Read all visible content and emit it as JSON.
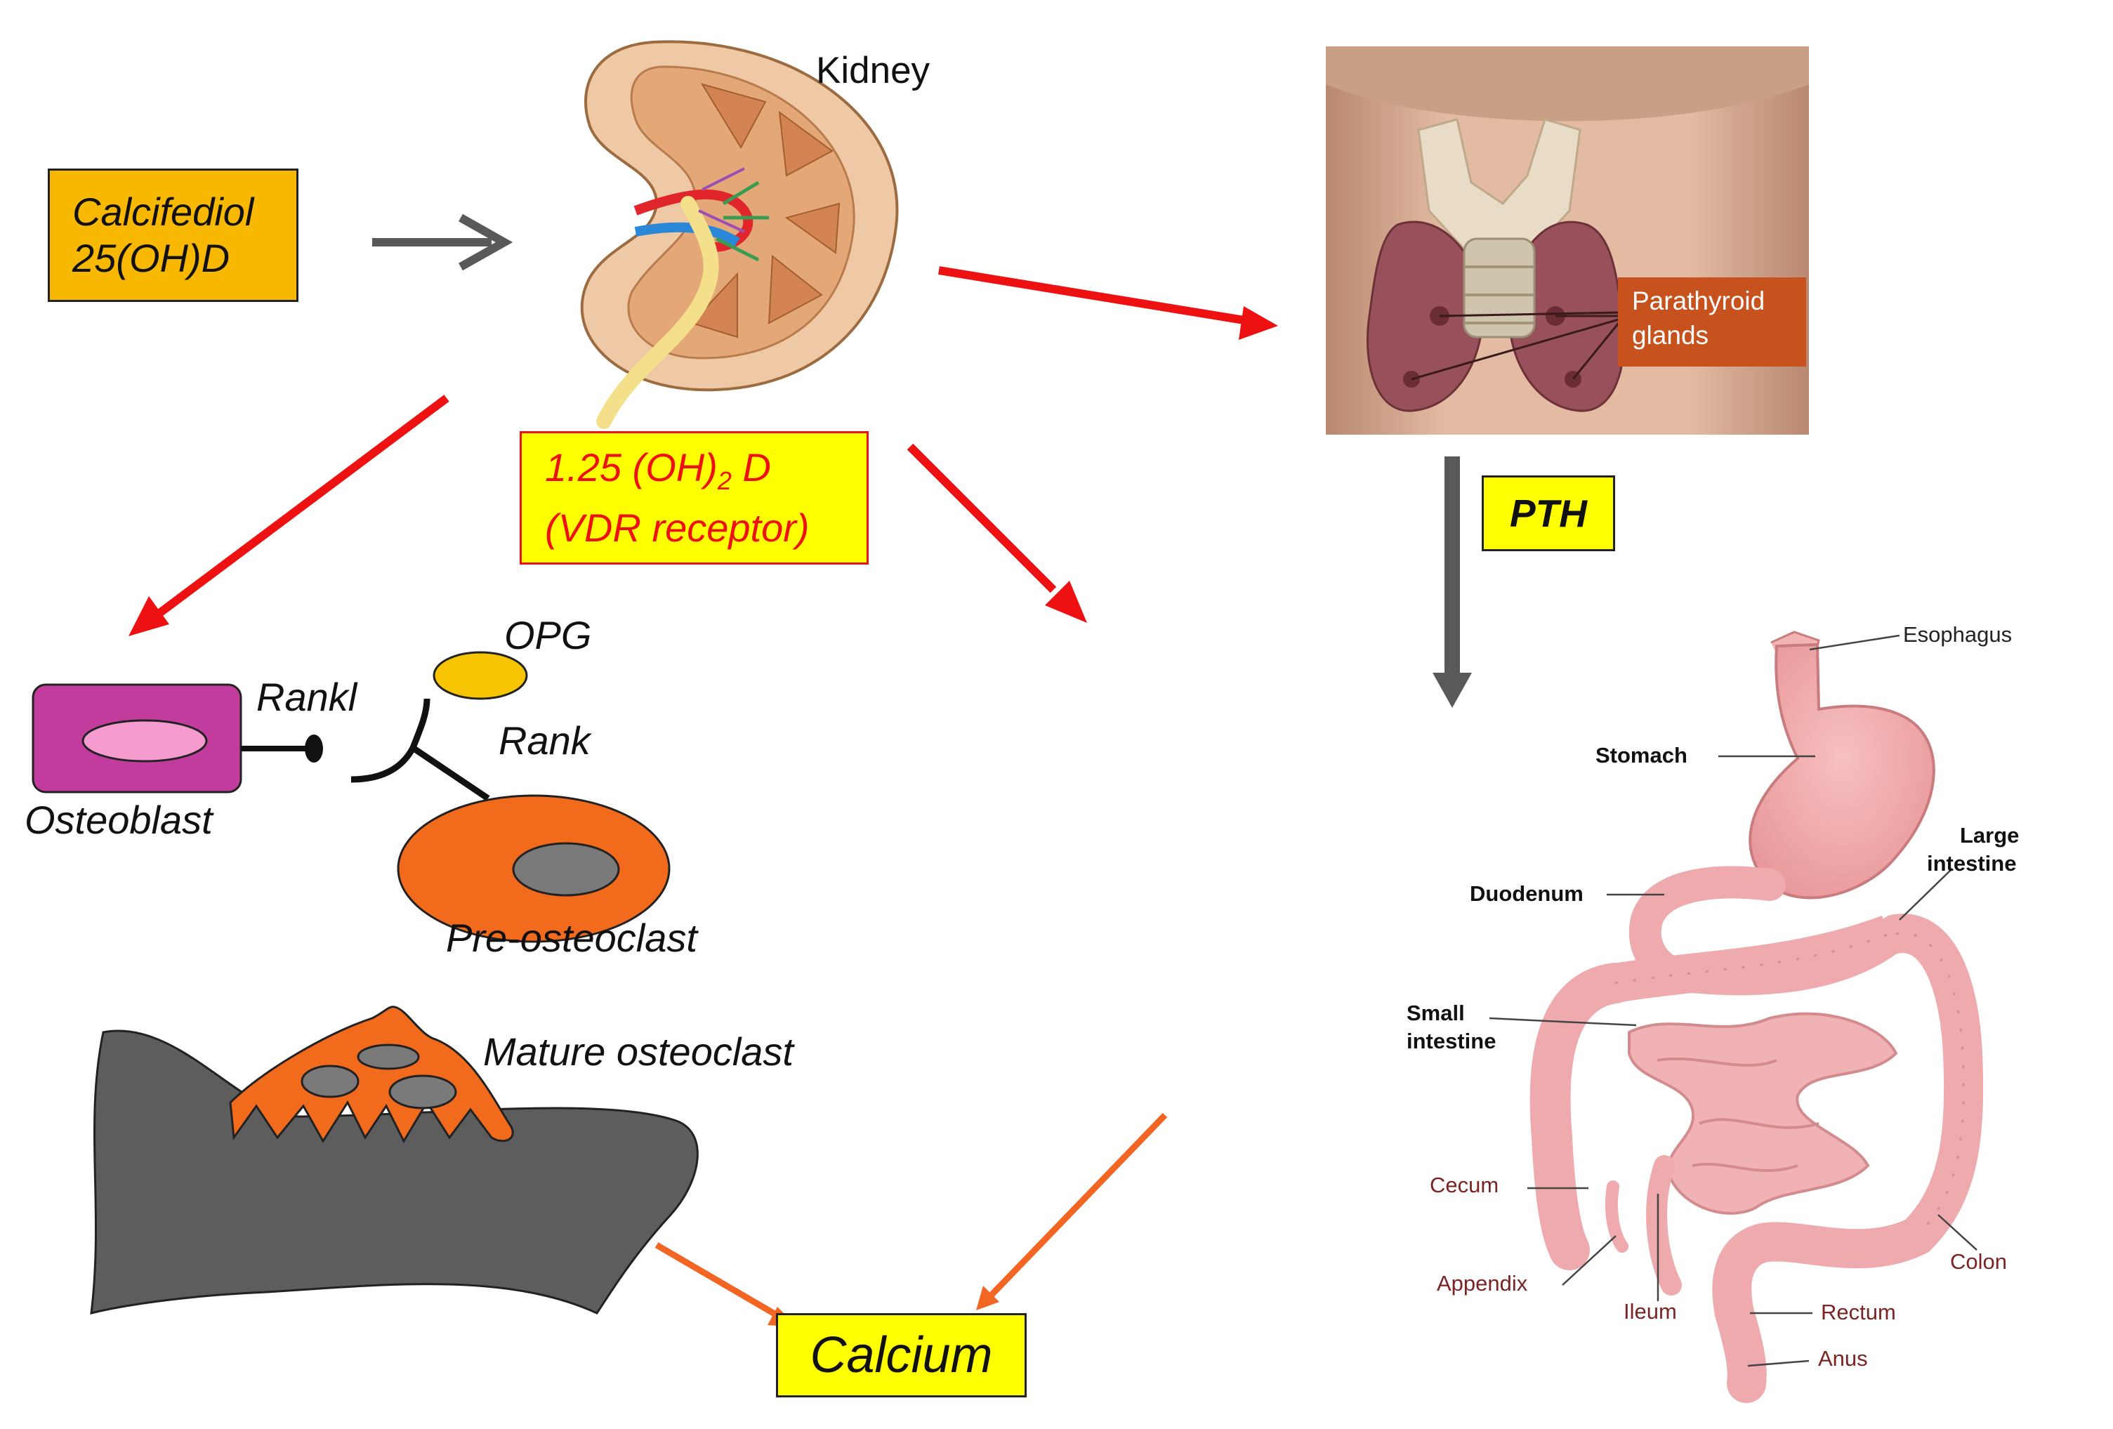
{
  "colors": {
    "red_arrow": "#ee1111",
    "orange_arrow": "#f26522",
    "gray_arrow": "#595959",
    "calcifediol_box": "#f9b800",
    "yellow_box": "#ffff00",
    "osteoblast": "#c23c9d",
    "osteoblast_nucleus": "#f59bd0",
    "osteoclast": "#f26b1d",
    "bone": "#5d5d5d",
    "opg": "#f6c400",
    "parathyroid_label_bg": "#c7521d"
  },
  "icons": [
    "kidney-illustration",
    "thyroid-neck-photo",
    "digestive-tract-illustration"
  ],
  "kidney": {
    "label": "Kidney"
  },
  "calcifediol": {
    "line1": "Calcifediol",
    "line2": "25(OH)D"
  },
  "active_vitd": {
    "prefix": "1.25 (OH)",
    "subscript": "2",
    "suffix": " D",
    "line2": "(VDR receptor)"
  },
  "parathyroid": {
    "line1": "Parathyroid",
    "line2": "glands"
  },
  "pth": {
    "label": "PTH"
  },
  "bone_cells": {
    "opg": "OPG",
    "rankl": "Rankl",
    "rank": "Rank",
    "osteoblast": "Osteoblast",
    "pre_osteoclast": "Pre-osteoclast",
    "mature_osteoclast": "Mature osteoclast"
  },
  "calcium": {
    "label": "Calcium"
  },
  "gi": {
    "esophagus": "Esophagus",
    "stomach": "Stomach",
    "large_line1": "Large",
    "large_line2": "intestine",
    "duodenum": "Duodenum",
    "small_line1": "Small",
    "small_line2": "intestine",
    "cecum": "Cecum",
    "colon": "Colon",
    "appendix": "Appendix",
    "ileum": "Ileum",
    "rectum": "Rectum",
    "anus": "Anus"
  }
}
